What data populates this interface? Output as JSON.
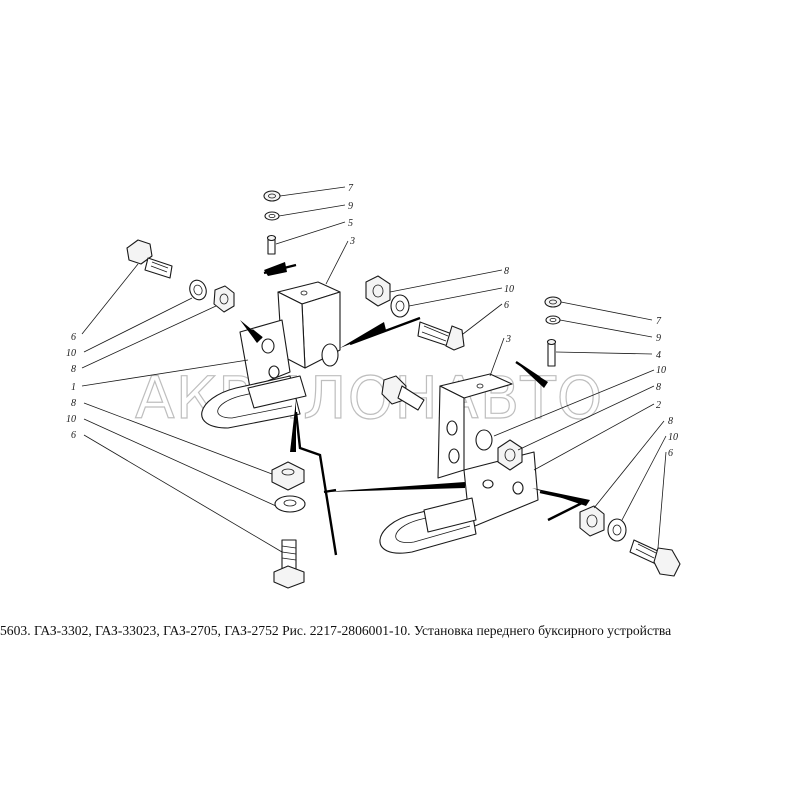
{
  "caption": "5603. ГАЗ-3302, ГАЗ-33023, ГАЗ-2705, ГАЗ-2752 Рис. 2217-2806001-10. Установка переднего буксирного устройства",
  "watermark": "АКВИЛОНАВТО",
  "callouts_left": [
    "7",
    "9",
    "5",
    "3",
    "8",
    "10",
    "6",
    "6",
    "10",
    "8",
    "1",
    "8",
    "10",
    "6"
  ],
  "callouts_right": [
    "7",
    "9",
    "4",
    "3",
    "10",
    "8",
    "2",
    "8",
    "10",
    "6"
  ]
}
